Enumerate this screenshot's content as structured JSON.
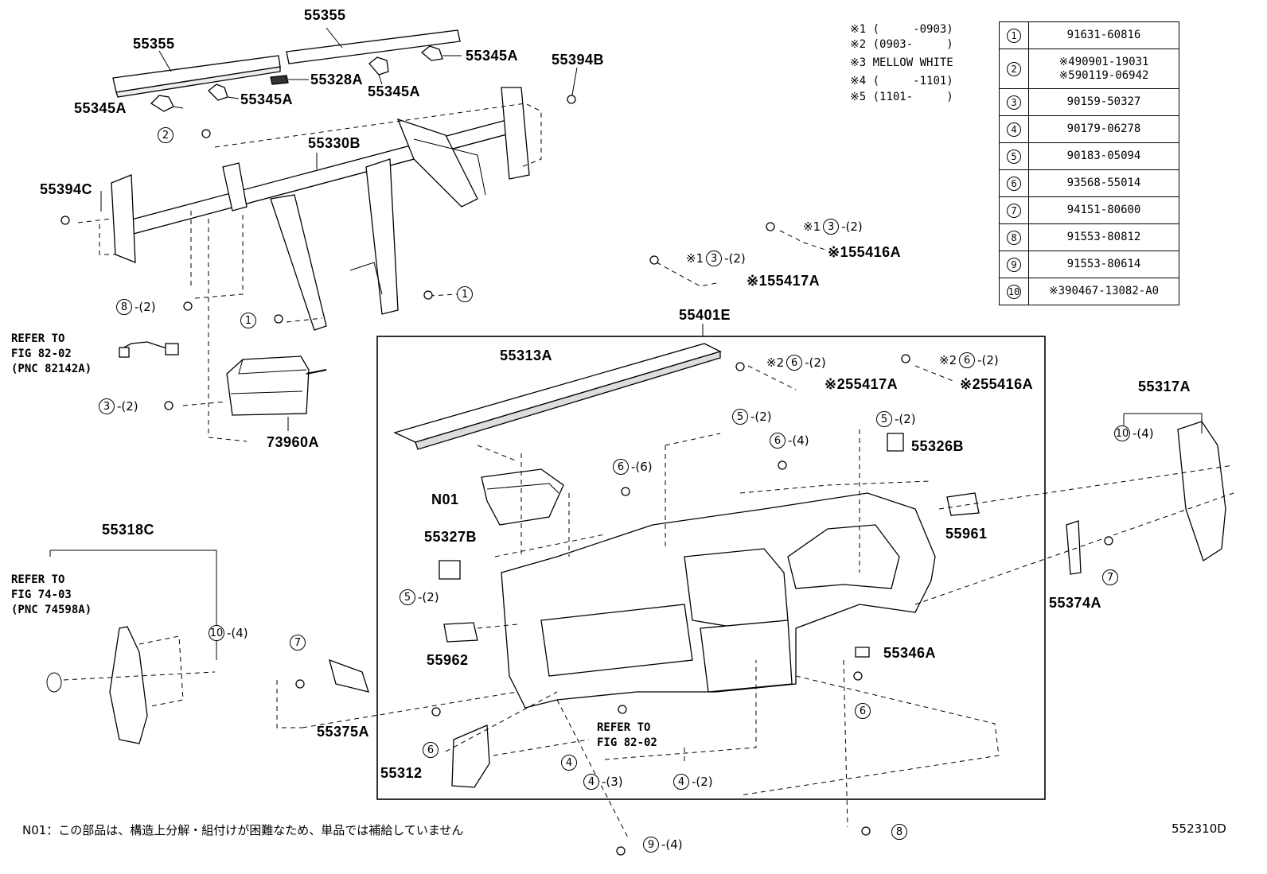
{
  "labels": {
    "p55355_a": "55355",
    "p55355_b": "55355",
    "p55345a_1": "55345A",
    "p55345a_2": "55345A",
    "p55345a_3": "55345A",
    "p55345a_4": "55345A",
    "p55328a": "55328A",
    "p55394b": "55394B",
    "p55330b": "55330B",
    "p55394c": "55394C",
    "p73960a": "73960A",
    "p55416a_top": "※155416A",
    "p55417a_top": "※155417A",
    "p55401e": "55401E",
    "p55313a": "55313A",
    "p55417a_bot": "※255417A",
    "p55416a_bot": "※255416A",
    "p55317a": "55317A",
    "p55326b": "55326B",
    "n01": "N01",
    "p55961": "55961",
    "p55327b": "55327B",
    "p55318c": "55318C",
    "p55374a": "55374A",
    "p55346a": "55346A",
    "p55962": "55962",
    "p55375a": "55375A",
    "p55312": "55312"
  },
  "refs": {
    "ref_82142": "REFER TO\nFIG 82-02\n(PNC 82142A)",
    "ref_74598": "REFER TO\nFIG 74-03\n(PNC 74598A)",
    "ref_8202": "REFER TO\nFIG 82-02"
  },
  "notes": [
    "※1 (     -0903)",
    "※2 (0903-     )",
    "※3 MELLOW WHITE",
    "※4 (     -1101)",
    "※5 (1101-     )"
  ],
  "callouts": {
    "c2_top": {
      "num": "2",
      "qty": ""
    },
    "c8_left": {
      "num": "8",
      "qty": "-(2)"
    },
    "c1_left": {
      "num": "1",
      "qty": ""
    },
    "c1_right": {
      "num": "1",
      "qty": ""
    },
    "c3_left": {
      "num": "3",
      "qty": "-(2)"
    },
    "c3_a": {
      "num": "3",
      "qty": "-(2)",
      "prefix": "※1"
    },
    "c3_b": {
      "num": "3",
      "qty": "-(2)",
      "prefix": "※1"
    },
    "c6_a": {
      "num": "6",
      "qty": "-(2)",
      "prefix": "※2"
    },
    "c6_b": {
      "num": "6",
      "qty": "-(2)",
      "prefix": "※2"
    },
    "c5_a": {
      "num": "5",
      "qty": "-(2)"
    },
    "c5_b": {
      "num": "5",
      "qty": "-(2)"
    },
    "c6_c": {
      "num": "6",
      "qty": "-(4)"
    },
    "c6_d": {
      "num": "6",
      "qty": "-(6)"
    },
    "c10_a": {
      "num": "10",
      "qty": "-(4)"
    },
    "c10_b": {
      "num": "10",
      "qty": "-(4)"
    },
    "c5_c": {
      "num": "5",
      "qty": "-(2)"
    },
    "c7_a": {
      "num": "7",
      "qty": ""
    },
    "c7_b": {
      "num": "7",
      "qty": ""
    },
    "c6_e": {
      "num": "6",
      "qty": ""
    },
    "c6_f": {
      "num": "6",
      "qty": ""
    },
    "c4_a": {
      "num": "4",
      "qty": ""
    },
    "c4_b": {
      "num": "4",
      "qty": "-(3)"
    },
    "c4_c": {
      "num": "4",
      "qty": "-(2)"
    },
    "c9": {
      "num": "9",
      "qty": "-(4)"
    },
    "c8_bottom": {
      "num": "8",
      "qty": ""
    }
  },
  "legend": [
    {
      "num": "1",
      "part": "91631-60816"
    },
    {
      "num": "2",
      "part": "※490901-19031\n※590119-06942"
    },
    {
      "num": "3",
      "part": "90159-50327"
    },
    {
      "num": "4",
      "part": "90179-06278"
    },
    {
      "num": "5",
      "part": "90183-05094"
    },
    {
      "num": "6",
      "part": "93568-55014"
    },
    {
      "num": "7",
      "part": "94151-80600"
    },
    {
      "num": "8",
      "part": "91553-80812"
    },
    {
      "num": "9",
      "part": "91553-80614"
    },
    {
      "num": "10",
      "part": "※390467-13082-A0"
    }
  ],
  "footnote": "N01：この部品は、構造上分解・組付けが困難なため、単品では補給していません",
  "figure_code": "552310D"
}
